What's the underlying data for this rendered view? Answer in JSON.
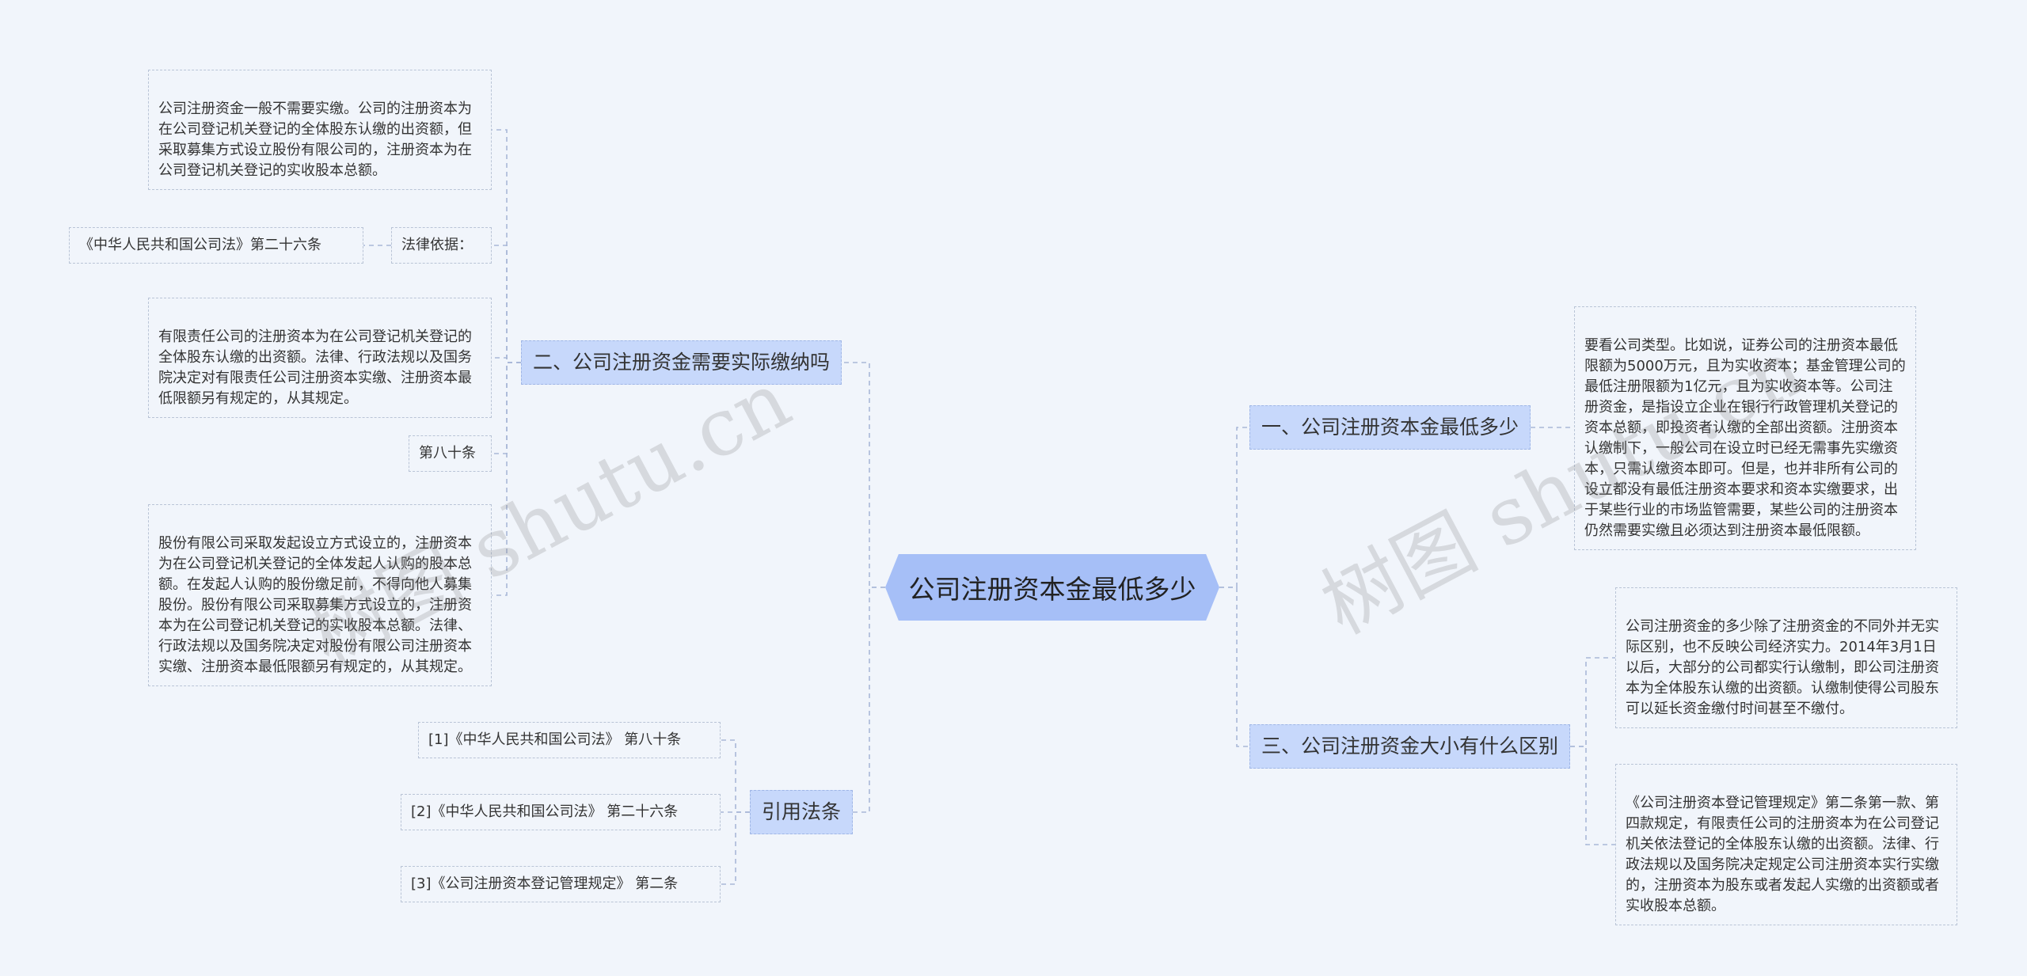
{
  "root": {
    "title": "公司注册资本金最低多少"
  },
  "branches": {
    "b1": {
      "label": "一、公司注册资本金最低多少"
    },
    "b2": {
      "label": "二、公司注册资金需要实际缴纳吗"
    },
    "b3": {
      "label": "三、公司注册资金大小有什么区别"
    },
    "b4": {
      "label": "引用法条"
    }
  },
  "leaves": {
    "b1_text": "要看公司类型。比如说，证券公司的注册资本最低限额为5000万元，且为实收资本；基金管理公司的最低注册限额为1亿元，且为实收资本等。公司注册资金，是指设立企业在银行行政管理机关登记的资本总额，即投资者认缴的全部出资额。注册资本认缴制下，一般公司在设立时已经无需事先实缴资本，只需认缴资本即可。但是，也并非所有公司的设立都没有最低注册资本要求和资本实缴要求，出于某些行业的市场监管需要，某些公司的注册资本仍然需要实缴且必须达到注册资本最低限额。",
    "b2_text1": "公司注册资金一般不需要实缴。公司的注册资本为在公司登记机关登记的全体股东认缴的出资额，但采取募集方式设立股份有限公司的，注册资本为在公司登记机关登记的实收股本总额。",
    "b2_legal": "法律依据：",
    "b2_legal_child": "《中华人民共和国公司法》第二十六条",
    "b2_text2": "有限责任公司的注册资本为在公司登记机关登记的全体股东认缴的出资额。法律、行政法规以及国务院决定对有限责任公司注册资本实缴、注册资本最低限额另有规定的，从其规定。",
    "b2_art80": "第八十条",
    "b2_text3": "股份有限公司采取发起设立方式设立的，注册资本为在公司登记机关登记的全体发起人认购的股本总额。在发起人认购的股份缴足前，不得向他人募集股份。股份有限公司采取募集方式设立的，注册资本为在公司登记机关登记的实收股本总额。法律、行政法规以及国务院决定对股份有限公司注册资本实缴、注册资本最低限额另有规定的，从其规定。",
    "b3_text1": "公司注册资金的多少除了注册资金的不同外并无实际区别，也不反映公司经济实力。2014年3月1日以后，大部分的公司都实行认缴制，即公司注册资本为全体股东认缴的出资额。认缴制使得公司股东可以延长资金缴付时间甚至不缴付。",
    "b3_text2": "《公司注册资本登记管理规定》第二条第一款、第四款规定，有限责任公司的注册资本为在公司登记机关依法登记的全体股东认缴的出资额。法律、行政法规以及国务院决定规定公司注册资本实行实缴的，注册资本为股东或者发起人实缴的出资额或者实收股本总额。",
    "b4_ref1": "[1]《中华人民共和国公司法》 第八十条",
    "b4_ref2": "[2]《中华人民共和国公司法》 第二十六条",
    "b4_ref3": "[3]《公司注册资本登记管理规定》 第二条"
  },
  "watermark": {
    "left": "树图 shutu.cn",
    "right": "树图 shutu.cn"
  },
  "colors": {
    "root": "#a6bff7",
    "branch": "#c7d8fb",
    "line": "#a9b8d8",
    "background": "#f1f5fb"
  }
}
